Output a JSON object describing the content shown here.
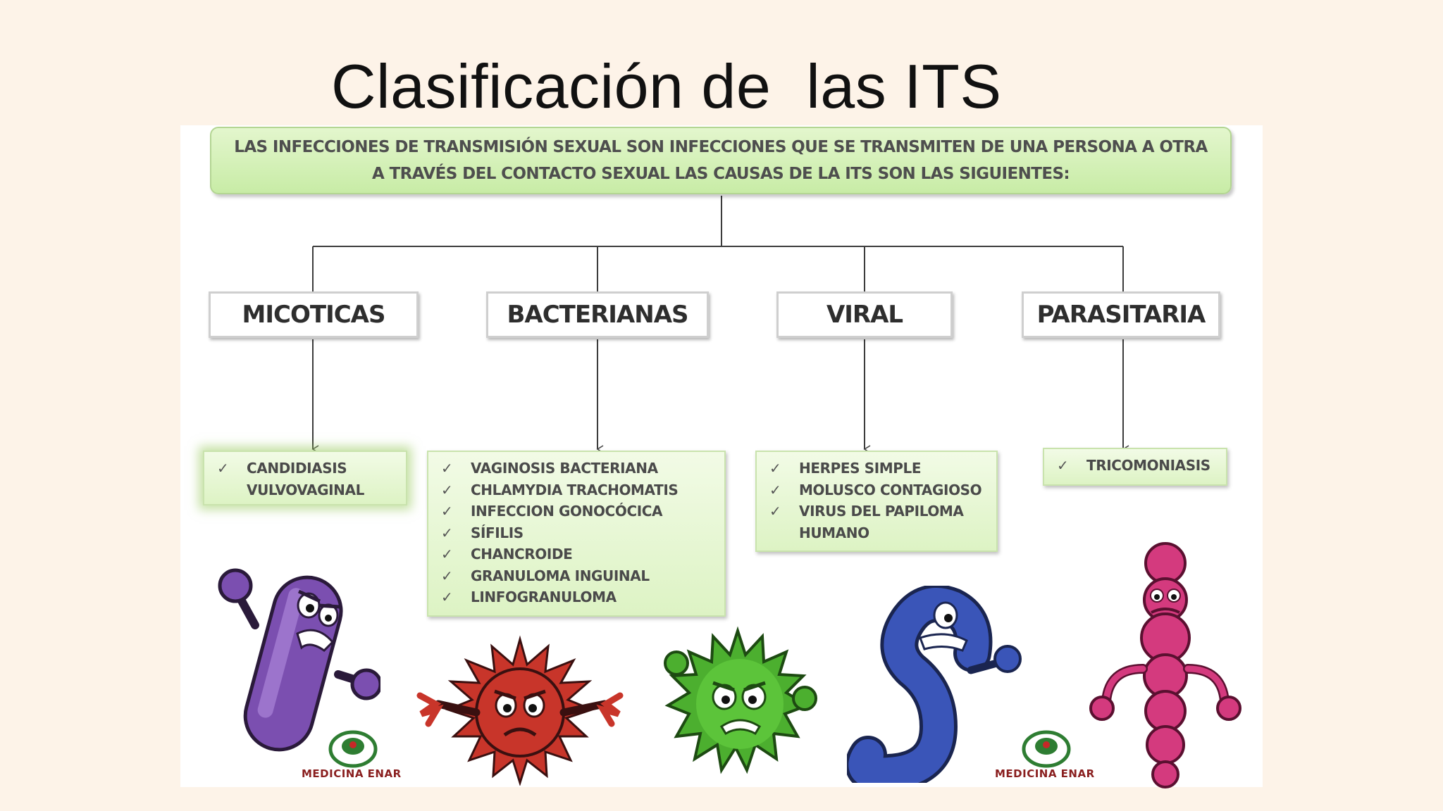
{
  "title": "Clasificación de  las ITS",
  "intro_text": "LAS INFECCIONES DE TRANSMISIÓN SEXUAL  SON INFECCIONES QUE SE TRANSMITEN DE UNA PERSONA A OTRA A TRAVÉS DEL CONTACTO SEXUAL LAS CAUSAS DE LA ITS SON LAS SIGUIENTES:",
  "categories": [
    {
      "label": "MICOTICAS",
      "items": [
        {
          "text": "CANDIDIASIS",
          "check": true
        },
        {
          "text": "VULVOVAGINAL",
          "check": false
        }
      ]
    },
    {
      "label": "BACTERIANAS",
      "items": [
        {
          "text": "VAGINOSIS BACTERIANA",
          "check": true
        },
        {
          "text": "CHLAMYDIA TRACHOMATIS",
          "check": true
        },
        {
          "text": "INFECCION GONOCÓCICA",
          "check": true
        },
        {
          "text": "SÍFILIS",
          "check": true
        },
        {
          "text": "CHANCROIDE",
          "check": true
        },
        {
          "text": "GRANULOMA INGUINAL",
          "check": true
        },
        {
          "text": "LINFOGRANULOMA",
          "check": true
        }
      ]
    },
    {
      "label": "VIRAL",
      "items": [
        {
          "text": "HERPES SIMPLE",
          "check": true
        },
        {
          "text": "MOLUSCO CONTAGIOSO",
          "check": true
        },
        {
          "text": "VIRUS DEL PAPILOMA",
          "check": true
        },
        {
          "text": "HUMANO",
          "check": false
        }
      ]
    },
    {
      "label": "PARASITARIA",
      "items": [
        {
          "text": "TRICOMONIASIS",
          "check": true
        }
      ]
    }
  ],
  "logos": [
    {
      "text": "MEDICINA ENAR"
    },
    {
      "text": "MEDICINA ENAR"
    }
  ],
  "colors": {
    "intro_green": "#c8eca6",
    "list_green": "#ddf3c4",
    "fungus_purple": "#7b4fb0",
    "bacteria_red": "#c8352a",
    "virus_green": "#4caf2f",
    "worm_blue": "#3a55b8",
    "parasite_pink": "#d43a7e"
  }
}
